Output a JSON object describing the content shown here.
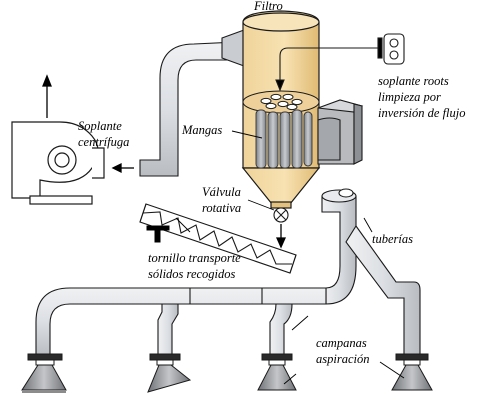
{
  "labels": {
    "filtro": "Filtro",
    "soplante_centrifuga_1": "Soplante",
    "soplante_centrifuga_2": "centrífuga",
    "mangas": "Mangas",
    "soplante_roots_1": "soplante roots",
    "soplante_roots_2": "limpieza por",
    "soplante_roots_3": "inversión de flujo",
    "valvula_1": "Válvula",
    "valvula_2": "rotativa",
    "tornillo_1": "tornillo transporte",
    "tornillo_2": "sólidos recogidos",
    "tuberias": "tuberías",
    "campanas_1": "campanas",
    "campanas_2": "aspiración"
  },
  "colors": {
    "filter_body": "#f5dca8",
    "filter_shadow": "#e7c584",
    "bags": "#a9acb1",
    "duct": "#dcdfe3",
    "duct_dark": "#9fa3a8",
    "hood": "#9a9c9f",
    "roots_box": "#b8babd",
    "outline": "#1a1a1a"
  },
  "icons": [
    "up-arrow-icon",
    "left-arrow-icon",
    "down-arrow-icon",
    "rotary-valve-icon",
    "roots-blower-icon",
    "centrifugal-fan-icon"
  ]
}
